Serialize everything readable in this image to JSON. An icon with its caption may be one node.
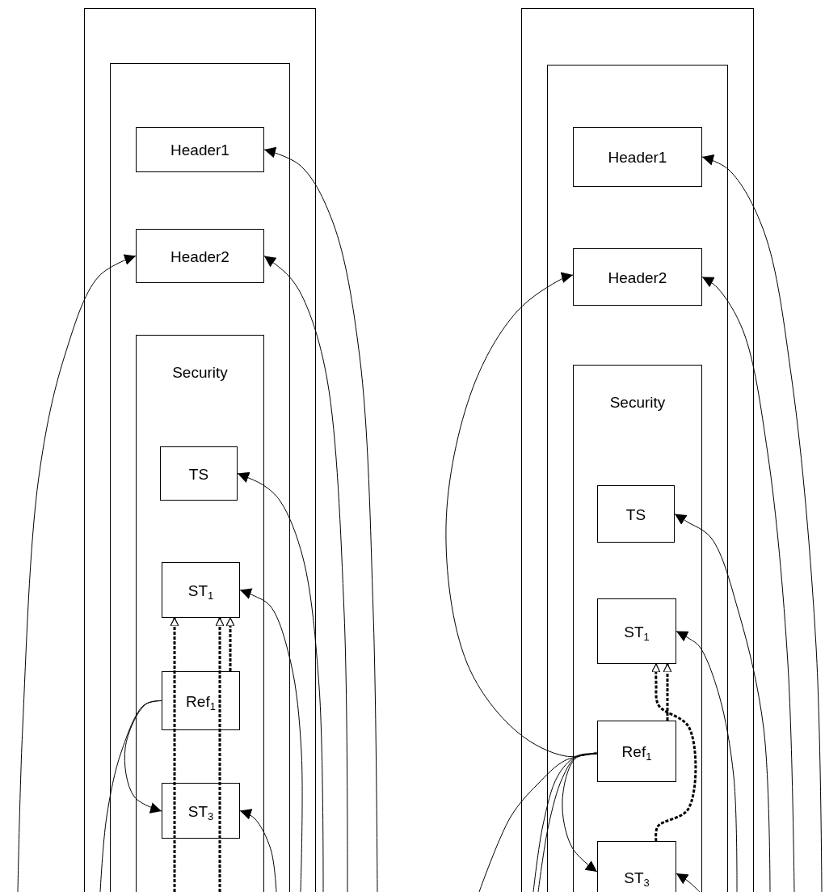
{
  "diagram": {
    "nodes": [
      {
        "text": [],
        "shape": "box"
      },
      {
        "text": [],
        "shape": "box",
        "in": 0
      },
      {
        "text": [
          "Header1"
        ],
        "in": 1
      },
      {
        "text": [
          "Header2"
        ],
        "in": 1
      },
      {
        "text": [
          "Security"
        ],
        "in": 1
      },
      {
        "text": [
          "TS"
        ],
        "in": 4
      },
      {
        "text": [
          "ST$_{1}$"
        ],
        "in": 4
      },
      {
        "text": [
          "Ref$_{1}$"
        ],
        "in": 4
      },
      {
        "text": [
          "ST$_{3}$"
        ],
        "in": 4
      },
      {
        "text": [],
        "shape": "box"
      },
      {
        "text": [],
        "shape": "box",
        "in": 9
      },
      {
        "text": [
          "Header1"
        ],
        "in": 10
      },
      {
        "text": [
          "Header2"
        ],
        "in": 10
      },
      {
        "text": [
          "Security"
        ],
        "in": 10
      },
      {
        "text": [
          "TS"
        ],
        "in": 13
      },
      {
        "text": [
          "ST$_{1}$"
        ],
        "in": 13
      },
      {
        "text": [
          "Ref$_{1}$"
        ],
        "in": 13
      },
      {
        "text": [
          "ST$_{3}$"
        ],
        "in": 13
      }
    ],
    "edges": [
      {
        "from": null,
        "to": 2,
        "arrow": "to"
      },
      {
        "from": null,
        "to": 3,
        "arrow": "to"
      },
      {
        "from": null,
        "to": 3,
        "arrow": "to"
      },
      {
        "from": null,
        "to": 5,
        "arrow": "to"
      },
      {
        "from": null,
        "to": 6,
        "arrow": "to"
      },
      {
        "from": null,
        "to": 8,
        "arrow": "to"
      },
      {
        "from": 7,
        "to": 8,
        "arrow": "to"
      },
      {
        "from": 7,
        "to": null,
        "arrow": "none"
      },
      {
        "from": null,
        "to": 6,
        "arrow": "to",
        "style": "dashed"
      },
      {
        "from": null,
        "to": 6,
        "arrow": "to",
        "style": "dashed"
      },
      {
        "from": 7,
        "to": 6,
        "arrow": "to",
        "style": "dashed"
      },
      {
        "from": null,
        "to": 11,
        "arrow": "to"
      },
      {
        "from": null,
        "to": 12,
        "arrow": "to"
      },
      {
        "from": 16,
        "to": 12,
        "arrow": "to"
      },
      {
        "from": null,
        "to": 14,
        "arrow": "to"
      },
      {
        "from": null,
        "to": 15,
        "arrow": "to"
      },
      {
        "from": null,
        "to": 17,
        "arrow": "to"
      },
      {
        "from": 16,
        "to": 17,
        "arrow": "to"
      },
      {
        "from": 16,
        "to": null,
        "arrow": "none"
      },
      {
        "from": 16,
        "to": null,
        "arrow": "none"
      },
      {
        "from": 16,
        "to": null,
        "arrow": "none"
      },
      {
        "from": 17,
        "to": 15,
        "arrow": "to",
        "style": "dashed"
      },
      {
        "from": 16,
        "to": 15,
        "arrow": "to",
        "style": "dashed"
      }
    ]
  }
}
